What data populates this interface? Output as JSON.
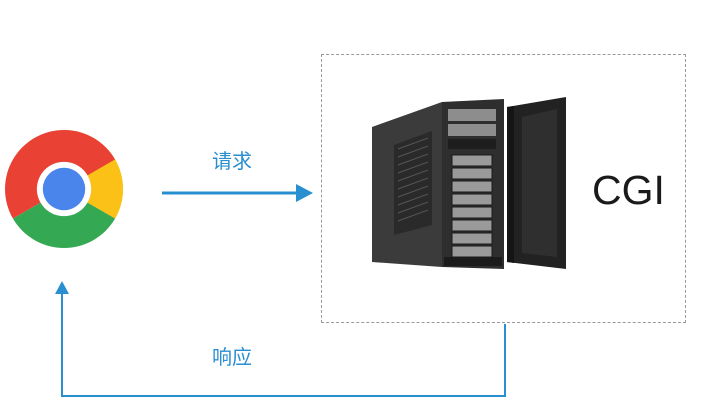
{
  "client": {
    "icon": "chrome-browser-icon"
  },
  "server": {
    "icon": "server-tower-icon",
    "label": "CGI"
  },
  "edges": {
    "request": {
      "label": "请求"
    },
    "response": {
      "label": "响应"
    }
  },
  "colors": {
    "arrow": "#2a8fd0",
    "box_border": "#9a9a9a",
    "text": "#1a1a1a"
  }
}
